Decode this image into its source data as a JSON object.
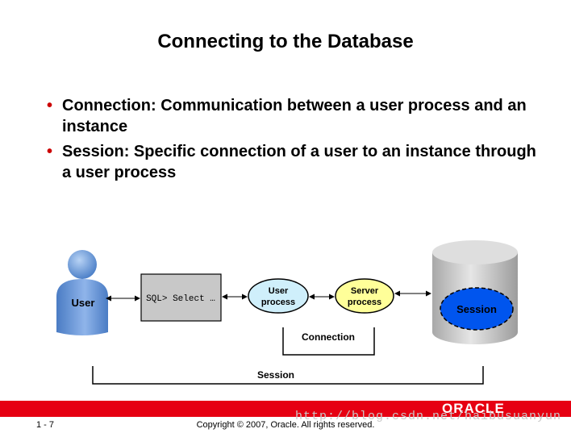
{
  "title": "Connecting to the Database",
  "bullets": [
    {
      "text": "Connection: Communication between a user process and an instance"
    },
    {
      "text": "Session: Specific connection of a user to an instance through a user process"
    }
  ],
  "diagram": {
    "user_label": "User",
    "sql_box_label": "SQL> Select …",
    "user_process_label_1": "User",
    "user_process_label_2": "process",
    "server_process_label_1": "Server",
    "server_process_label_2": "process",
    "session_cylinder_label": "Session",
    "connection_label": "Connection",
    "session_bracket_label": "Session"
  },
  "footer": {
    "page_number": "1 - 7",
    "copyright": "Copyright © 2007, Oracle. All rights reserved.",
    "logo": "ORACLE",
    "watermark": "http://blog.csdn.net/haibusuanyun"
  },
  "colors": {
    "bullet": "#cc0000",
    "footer_bar": "#e60012",
    "user_figure": "#5b8fd6",
    "user_process_fill": "#cfeffb",
    "server_process_fill": "#ffff99",
    "cylinder": "#c8c8c8",
    "session_fill": "#0055ee"
  }
}
